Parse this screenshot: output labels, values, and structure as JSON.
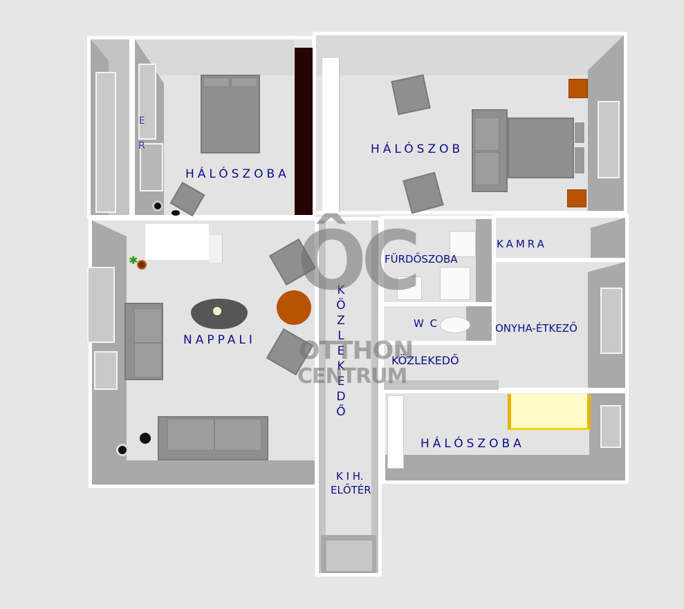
{
  "plan": {
    "background": "#e6e6e6",
    "label_color": "#0d0d8c",
    "accent_orange": "#b85400",
    "accent_yellow": "#f5d000"
  },
  "rooms": {
    "bedroom_top_left": "HÁLÓSZOBA",
    "bedroom_top_right": "HÁLÓSZOB",
    "living_room": "NAPPALI",
    "corridor_vertical": "KÖZLEKEDŐ",
    "bathroom": "FÜRDŐSZOBA",
    "pantry": "KAMRA",
    "wc": "W C",
    "kitchen_dining": "ONYHA-ÉTKEZŐ",
    "corridor_horizontal": "KÖZLEKEDŐ",
    "bedroom_bottom_right": "HÁLÓSZOBA",
    "entrance_line1": "K I H.",
    "entrance_line2": "ELŐTÉR",
    "balcony_partial": "E R"
  },
  "watermark": {
    "logo": "ÔC",
    "line1": "OTTHON",
    "line2": "CENTRUM"
  }
}
